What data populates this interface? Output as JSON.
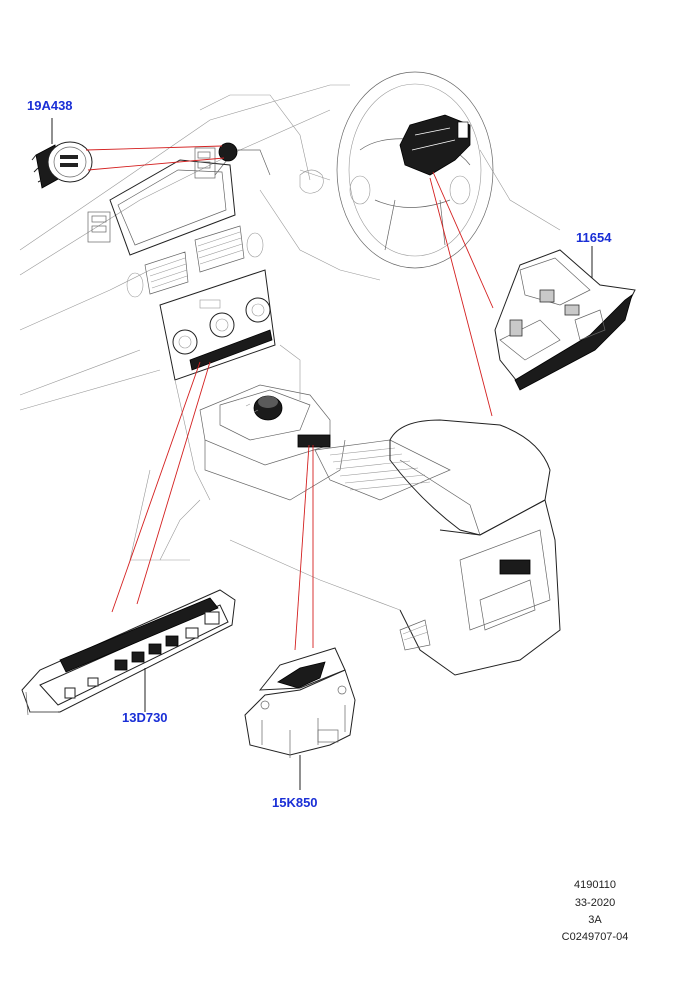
{
  "callouts": {
    "part_19A438": "19A438",
    "part_11654": "11654",
    "part_13D730": "13D730",
    "part_15K850": "15K850"
  },
  "footer": {
    "line1": "4190110",
    "line2": "33-2020",
    "line3": "3A",
    "line4": "C0249707-04"
  },
  "colors": {
    "callout": "#1a2fd6",
    "leader": "#d42020",
    "outline": "#222222"
  }
}
